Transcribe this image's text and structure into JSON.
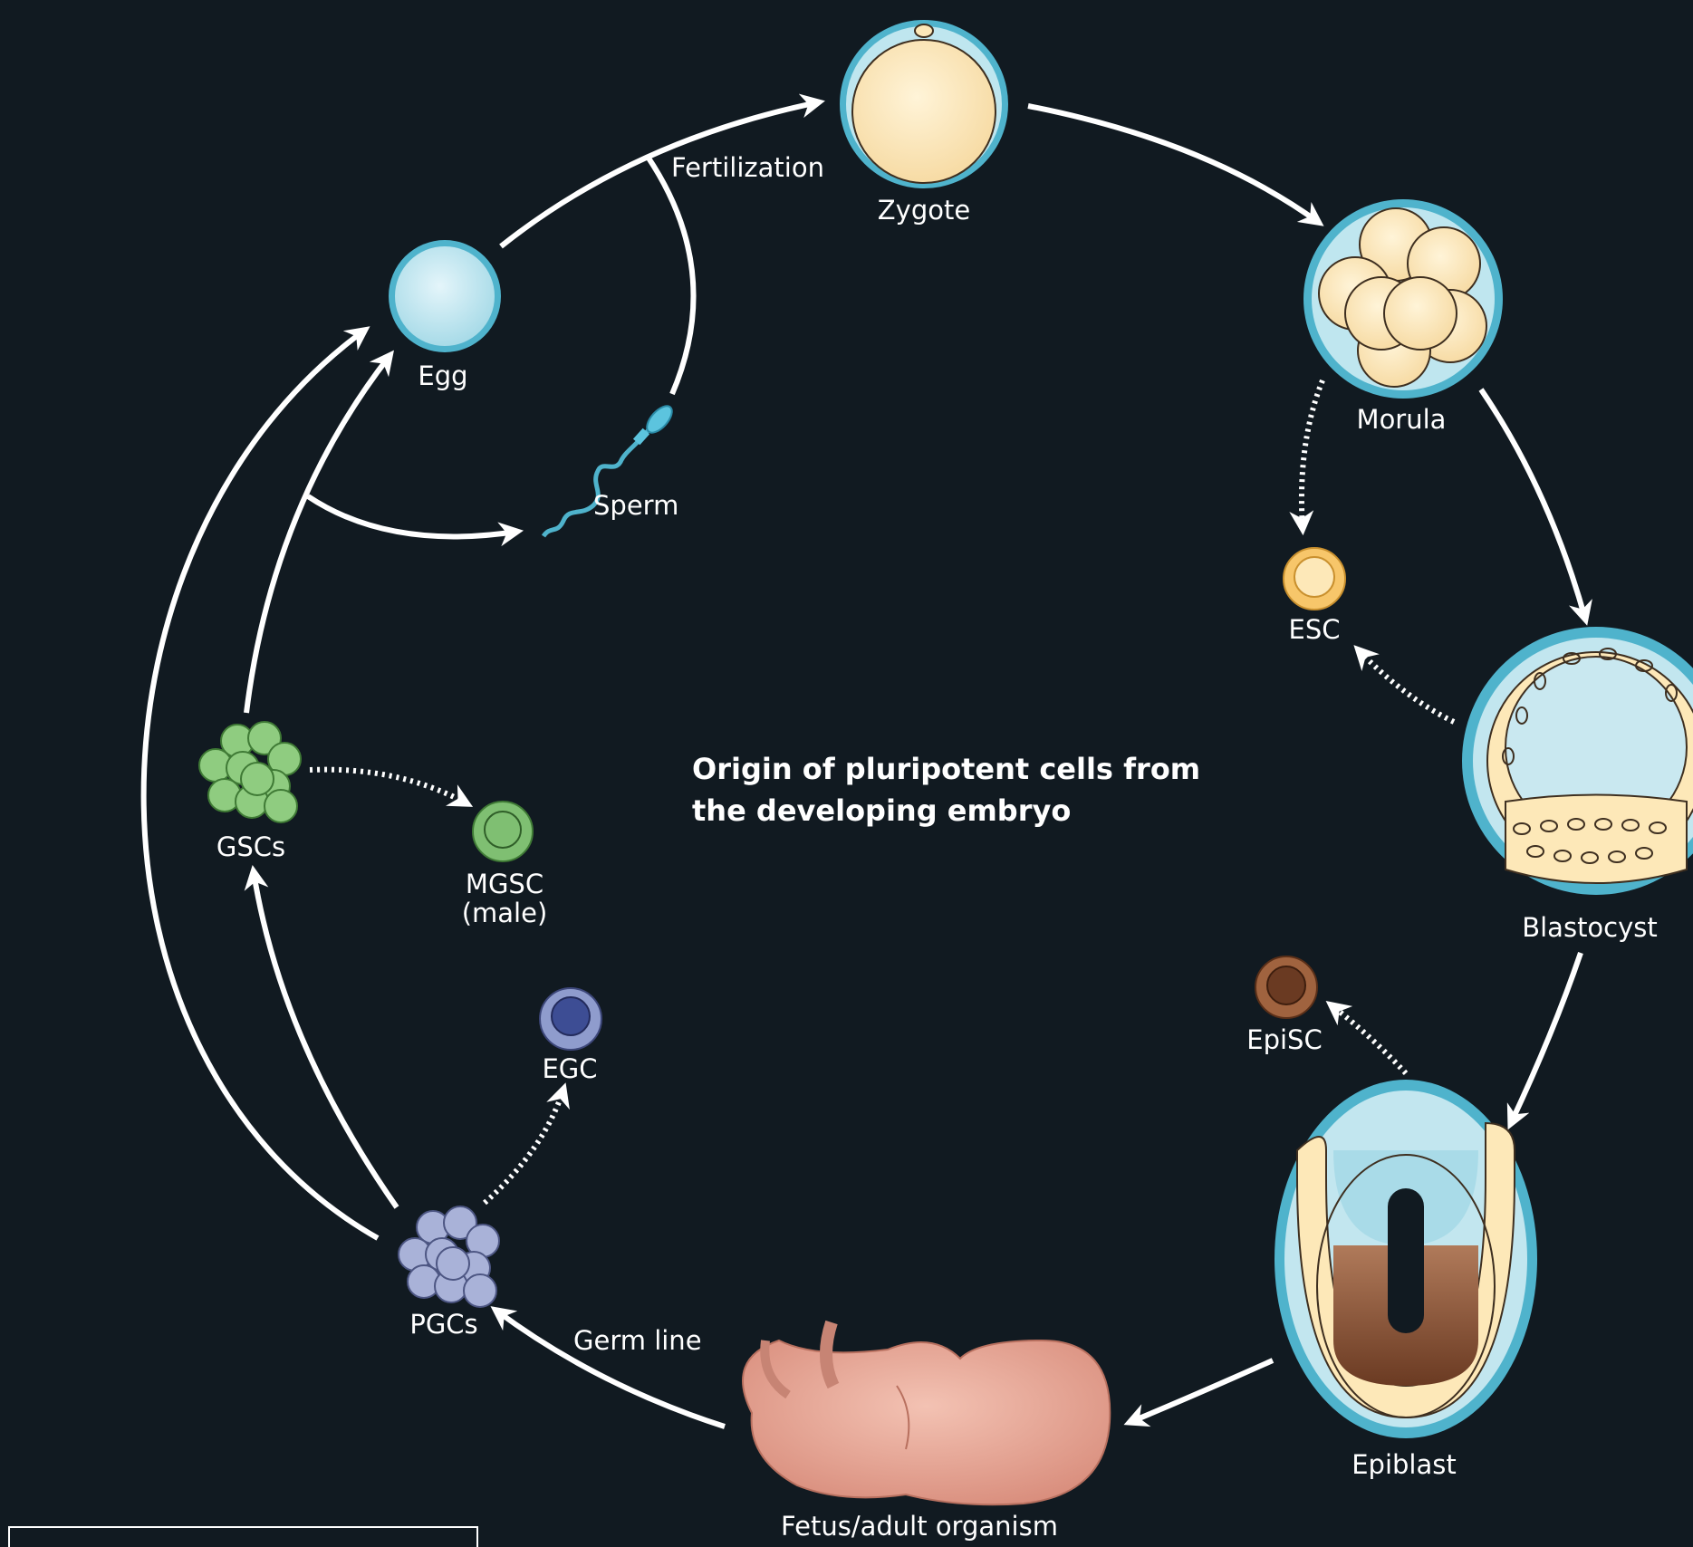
{
  "title_lines": [
    "Origin of pluripotent cells from",
    "the developing embryo"
  ],
  "labels": {
    "zygote": "Zygote",
    "fertilization": "Fertilization",
    "egg": "Egg",
    "sperm": "Sperm",
    "morula": "Morula",
    "esc": "ESC",
    "blastocyst": "Blastocyst",
    "episc": "EpiSC",
    "epiblast": "Epiblast",
    "fetus": "Fetus/adult organism",
    "germ_line": "Germ line",
    "pgcs": "PGCs",
    "egc": "EGC",
    "gscs": "GSCs",
    "mgsc_1": "MGSC",
    "mgsc_2": "(male)"
  },
  "colors": {
    "background": "#111a21",
    "arrow": "#ffffff",
    "shell": "#4fb3cc",
    "egg_fill": "#c9e8f0",
    "yolk": "#fde8b8",
    "esc": "#f7c66a",
    "episc": "#8c4d2c",
    "egc": "#5d6fb0",
    "gsc": "#7fbf72",
    "pgc": "#a9b2d8",
    "fetus": "#e8a899"
  }
}
